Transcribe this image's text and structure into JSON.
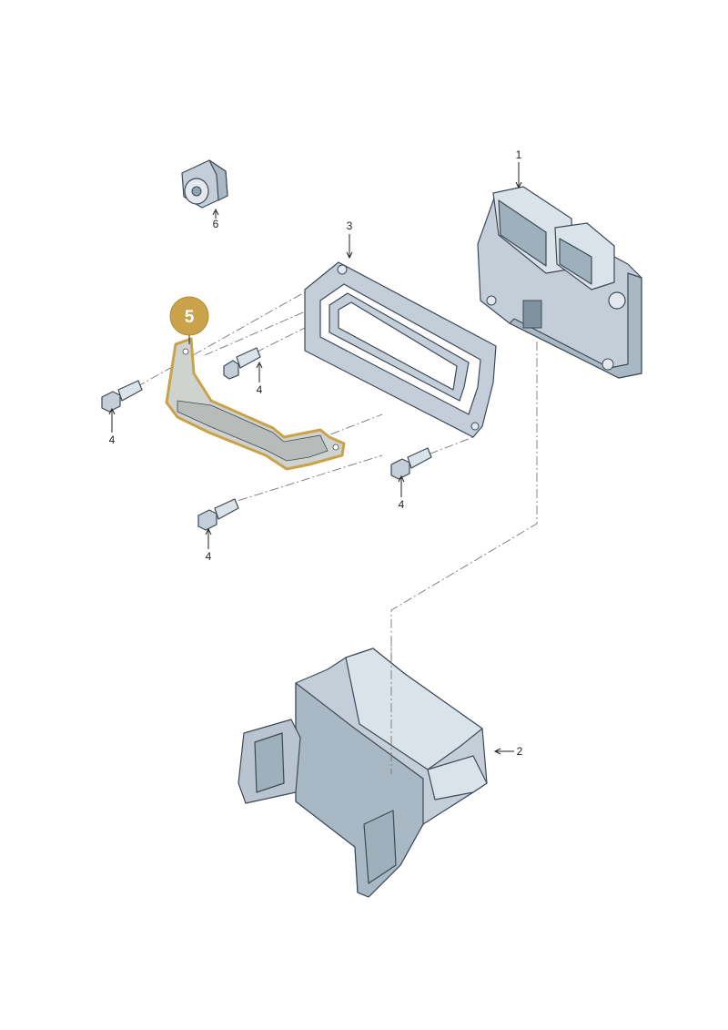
{
  "parts": [
    {
      "number": "1",
      "icon": "control-unit-icon"
    },
    {
      "number": "2",
      "icon": "bracket-housing-icon"
    },
    {
      "number": "3",
      "icon": "mounting-frame-icon"
    },
    {
      "number": "4",
      "icon": "bolt-icon"
    },
    {
      "number": "5",
      "icon": "holder-plate-icon",
      "highlighted": true
    },
    {
      "number": "6",
      "icon": "grommet-icon"
    }
  ],
  "callout": {
    "label": "5",
    "color": "#c9a24a"
  },
  "colors": {
    "part_fill": "#c3ced8",
    "part_shadow": "#8fa0ae",
    "highlight": "#c9a24a",
    "highlight_fill": "#cfd3d0"
  }
}
